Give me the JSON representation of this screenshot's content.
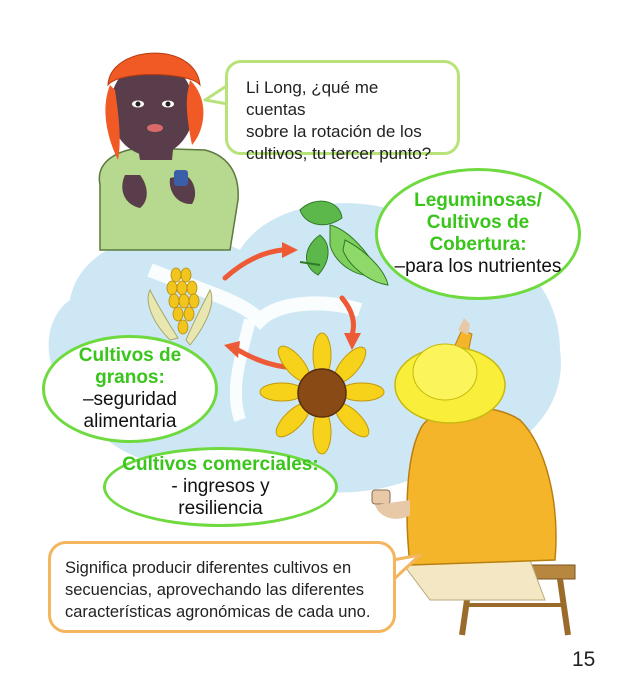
{
  "speech_top": {
    "lines": [
      "Li Long, ¿qué me cuentas",
      "sobre  la rotación de los",
      "cultivos, tu tercer punto?"
    ]
  },
  "legumes": {
    "heading_lines": [
      "Leguminosas/",
      "Cultivos de",
      "Cobertura:"
    ],
    "body_lines": [
      "–para los nutrientes"
    ]
  },
  "grains": {
    "heading_lines": [
      "Cultivos de",
      "granos:"
    ],
    "body_lines": [
      "–seguridad",
      "alimentaria"
    ]
  },
  "cash": {
    "heading_lines": [
      "Cultivos comerciales:"
    ],
    "body_lines": [
      "- ingresos y",
      "resiliencia"
    ]
  },
  "speech_bottom": {
    "lines": [
      "Significa producir diferentes cultivos en",
      "secuencias, aprovechando las diferentes",
      "características agronómicas de cada uno."
    ]
  },
  "page_number": "15",
  "colors": {
    "green_heading": "#39c51b",
    "green_border": "#6fda3f",
    "light_green_border": "#b8e27a",
    "orange_border": "#f3b55d",
    "arrow_red": "#ee5a35",
    "sky_blue": "#c9e5f3"
  }
}
